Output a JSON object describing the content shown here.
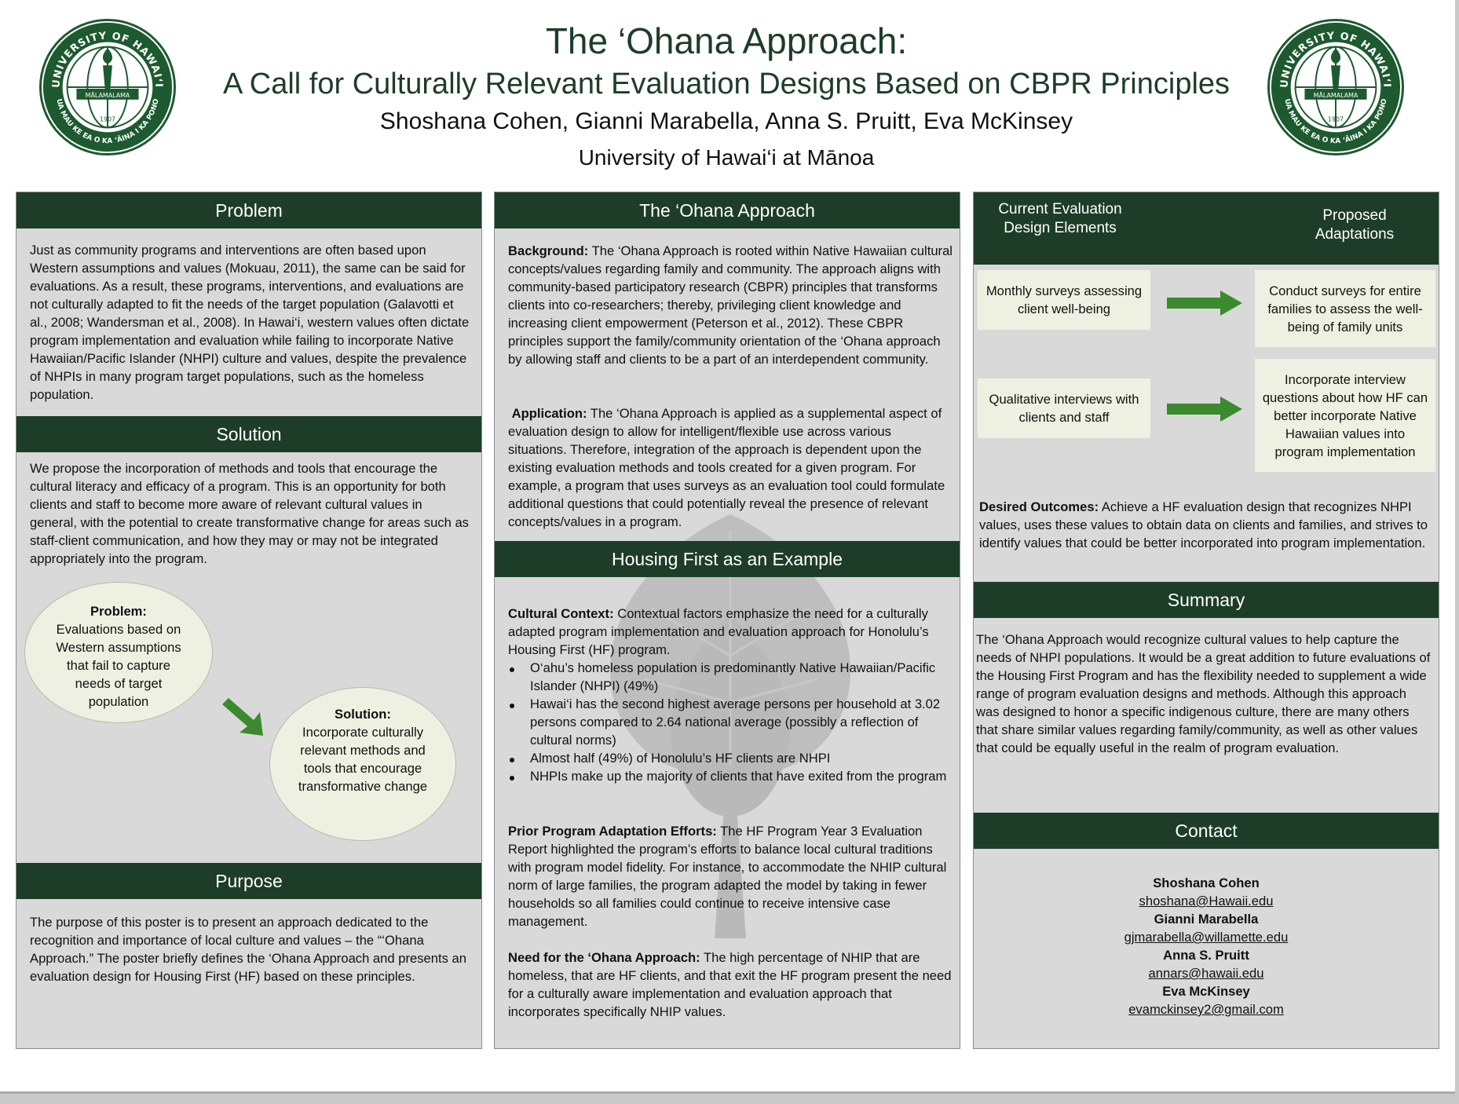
{
  "header": {
    "title": "The ‘Ohana Approach:",
    "subtitle": "A Call for Culturally Relevant Evaluation Designs Based on CBPR Principles",
    "authors": "Shoshana Cohen, Gianni Marabella, Anna S. Pruitt, Eva McKinsey",
    "affiliation": "University of Hawai‘i at Mānoa",
    "seal": {
      "top_text": "UNIVERSITY OF HAWAI‘I",
      "bottom_text": "UA MAU KE EA O KA ‘ĀINA I KA PONO",
      "banner": "MĀLAMALAMA",
      "year": "1907",
      "color": "#1d5a2f"
    }
  },
  "problem": {
    "heading": "Problem",
    "body": "Just as community programs and interventions are often based upon Western assumptions and values (Mokuau, 2011), the same can be said for evaluations. As a result, these programs, interventions, and evaluations are not culturally adapted to fit the needs of the target population (Galavotti et al., 2008; Wandersman et al., 2008). In Hawai‘i, western values often dictate program implementation and evaluation while failing to incorporate Native Hawaiian/Pacific Islander (NHPI) culture and values, despite the prevalence of NHPIs in many program target populations, such as the homeless population."
  },
  "solution": {
    "heading": "Solution",
    "body": "We propose the incorporation of methods and tools that encourage the cultural literacy and efficacy of a program. This is an opportunity for both clients and staff to become more aware of relevant cultural values in general, with the potential to create transformative change for areas such as staff-client communication, and how they may or may not be integrated appropriately into the program.",
    "bubble_problem_label": "Problem:",
    "bubble_problem_text": "Evaluations based on Western assumptions that fail to capture needs of target population",
    "bubble_solution_label": "Solution:",
    "bubble_solution_text": "Incorporate culturally relevant methods and tools that encourage transformative change"
  },
  "purpose": {
    "heading": "Purpose",
    "body": "The purpose of this poster is to present an approach dedicated to the recognition and importance of local culture and values – the “‘Ohana Approach.” The poster briefly defines the ‘Ohana Approach and presents an evaluation design for Housing First (HF) based on these principles."
  },
  "ohana": {
    "heading": "The ‘Ohana Approach",
    "background_label": "Background:",
    "background_text": " The ‘Ohana Approach is rooted within Native Hawaiian cultural concepts/values regarding family and community. The approach aligns with community-based participatory research (CBPR) principles that transforms clients into co-researchers; thereby, privileging client knowledge and increasing client empowerment (Peterson et al., 2012). These CBPR principles support the family/community orientation of the ‘Ohana approach by allowing staff and clients to be a part of an interdependent community.",
    "application_label": "Application:",
    "application_text": " The ‘Ohana Approach is applied as a supplemental aspect of evaluation design to allow for intelligent/flexible use across various situations. Therefore, integration of the approach is dependent upon the existing evaluation methods and tools created for a given program. For example, a program that uses surveys as an evaluation tool could formulate additional questions that could potentially reveal the presence of relevant concepts/values in a program."
  },
  "housing": {
    "heading": "Housing First as an Example",
    "context_label": "Cultural Context:",
    "context_text": " Contextual factors emphasize the need for a culturally adapted program implementation and evaluation approach for Honolulu’s Housing First (HF) program.",
    "bullets": [
      "O‘ahu’s homeless population is predominantly Native Hawaiian/Pacific Islander (NHPI) (49%)",
      "Hawai‘i has the second highest average persons per household at 3.02 persons compared to 2.64 national average (possibly a reflection of cultural norms)",
      "Almost half (49%) of Honolulu’s HF clients are NHPI",
      "NHPIs make up the majority of clients that have exited from the program"
    ],
    "prior_label": "Prior Program Adaptation Efforts:",
    "prior_text": "  The HF Program Year 3 Evaluation Report highlighted the program’s efforts to balance local cultural traditions with program model fidelity. For instance, to accommodate the NHIP cultural norm of large families, the program adapted the model by taking in fewer households so all families could continue to receive intensive case management.",
    "need_label": "Need for the ‘Ohana Approach:",
    "need_text": " The high percentage of NHIP that are homeless, that are HF clients, and that exit the HF program present the need for a culturally aware implementation and evaluation approach that incorporates specifically NHIP values."
  },
  "design": {
    "current_heading": "Current Evaluation Design Elements",
    "proposed_heading": "Proposed Adaptations",
    "current_1": "Monthly surveys assessing client well-being",
    "proposed_1": "Conduct surveys for entire families to assess the well-being of family units",
    "current_2": "Qualitative interviews with clients and staff",
    "proposed_2": "Incorporate interview questions about how HF can better incorporate Native Hawaiian values into program implementation",
    "outcomes_label": "Desired Outcomes:",
    "outcomes_text": " Achieve a HF evaluation design that recognizes NHPI values, uses these values to obtain data on clients and families, and strives to identify values that could be better incorporated into program implementation."
  },
  "summary": {
    "heading": "Summary",
    "body": "The ‘Ohana Approach would recognize cultural values to help capture the needs of NHPI populations. It would be a great addition to future evaluations of the Housing First Program and has the flexibility needed to supplement a wide range of program evaluation designs and methods. Although this approach was designed to honor a specific indigenous culture, there are many others that share similar values regarding family/community, as well as other values that could be equally useful in the realm of program evaluation."
  },
  "contact": {
    "heading": "Contact",
    "people": [
      {
        "name": "Shoshana Cohen",
        "email": "shoshana@Hawaii.edu"
      },
      {
        "name": "Gianni Marabella",
        "email": "gjmarabella@willamette.edu"
      },
      {
        "name": "Anna S. Pruitt",
        "email": "annars@hawaii.edu"
      },
      {
        "name": "Eva McKinsey",
        "email": "evamckinsey2@gmail.com"
      }
    ]
  },
  "colors": {
    "header_green": "#1d3d28",
    "arrow_green": "#3b8a2e",
    "panel_gray": "#d9d9d9",
    "box_cream": "#eef0e2"
  }
}
